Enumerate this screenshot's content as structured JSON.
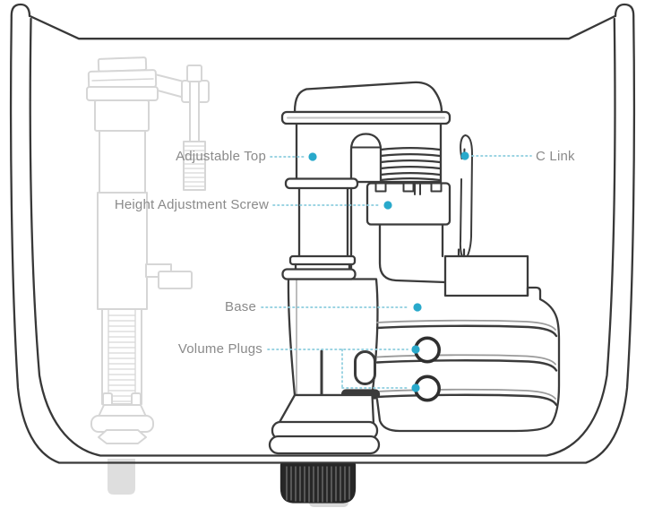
{
  "diagram": {
    "labels": {
      "adjustable_top": "Adjustable Top",
      "height_adjustment_screw": "Height Adjustment Screw",
      "base": "Base",
      "volume_plugs": "Volume Plugs",
      "c_link": "C Link"
    },
    "colors": {
      "accent_dot": "#29A9CB",
      "leader_line": "#8CCDDE",
      "outline_dark": "#3B3B3B",
      "outline_faded": "#D6D6D6",
      "label_text": "#8A8A8A",
      "background": "#FFFFFF"
    }
  }
}
